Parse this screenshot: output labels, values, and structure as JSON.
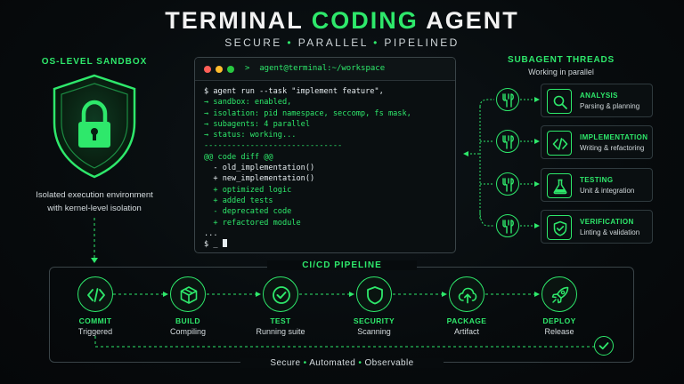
{
  "header": {
    "title_part1": "TERMINAL ",
    "title_part2": "CODING",
    "title_part3": " AGENT",
    "subtitle": [
      "SECURE",
      "PARALLEL",
      "PIPELINED"
    ],
    "subtitle_separator": "•",
    "accent_color": "#2ee86b"
  },
  "sandbox": {
    "title": "OS-LEVEL SANDBOX",
    "icon": "shield-lock-icon",
    "desc_line1": "Isolated execution environment",
    "desc_line2": "with kernel-level isolation"
  },
  "terminal": {
    "path": ">  agent@terminal:~/workspace",
    "dots": [
      "#ff5f57",
      "#febc2e",
      "#28c840"
    ],
    "lines": [
      {
        "text": "$ agent run --task \"implement feature\",",
        "color": "white"
      },
      {
        "text": "→ sandbox: enabled,",
        "color": "green"
      },
      {
        "text": "→ isolation: pid namespace, seccomp, fs mask,",
        "color": "green"
      },
      {
        "text": "→ subagents: 4 parallel",
        "color": "green"
      },
      {
        "text": "→ status: working...",
        "color": "green"
      },
      {
        "text": "------------------------------",
        "color": "green"
      },
      {
        "text": "@@ code diff @@",
        "color": "green"
      },
      {
        "text": "  - old_implementation()",
        "color": "white"
      },
      {
        "text": "  + new_implementation()",
        "color": "white"
      },
      {
        "text": "  + optimized logic",
        "color": "green"
      },
      {
        "text": "  + added tests",
        "color": "green"
      },
      {
        "text": "  - deprecated code",
        "color": "green"
      },
      {
        "text": "  + refactored module",
        "color": "green"
      },
      {
        "text": "...",
        "color": "white"
      }
    ],
    "prompt": "$ _ "
  },
  "subagents": {
    "title": "SUBAGENT THREADS",
    "subtitle": "Working in parallel",
    "agents": [
      {
        "name": "ANALYSIS",
        "desc": "Parsing & planning",
        "icon": "magnifier-icon"
      },
      {
        "name": "IMPLEMENTATION",
        "desc": "Writing & refactoring",
        "icon": "code-icon"
      },
      {
        "name": "TESTING",
        "desc": "Unit & integration",
        "icon": "flask-icon"
      },
      {
        "name": "VERIFICATION",
        "desc": "Linting & validation",
        "icon": "shield-check-icon"
      }
    ]
  },
  "pipeline": {
    "title": "CI/CD PIPELINE",
    "stages": [
      {
        "name": "COMMIT",
        "status": "Triggered",
        "icon": "code-icon"
      },
      {
        "name": "BUILD",
        "status": "Compiling",
        "icon": "box-icon"
      },
      {
        "name": "TEST",
        "status": "Running suite",
        "icon": "check-circle-icon"
      },
      {
        "name": "SECURITY",
        "status": "Scanning",
        "icon": "shield-icon"
      },
      {
        "name": "PACKAGE",
        "status": "Artifact",
        "icon": "cloud-upload-icon"
      },
      {
        "name": "DEPLOY",
        "status": "Release",
        "icon": "rocket-icon"
      }
    ],
    "footer": [
      "Secure",
      "Automated",
      "Observable"
    ]
  }
}
